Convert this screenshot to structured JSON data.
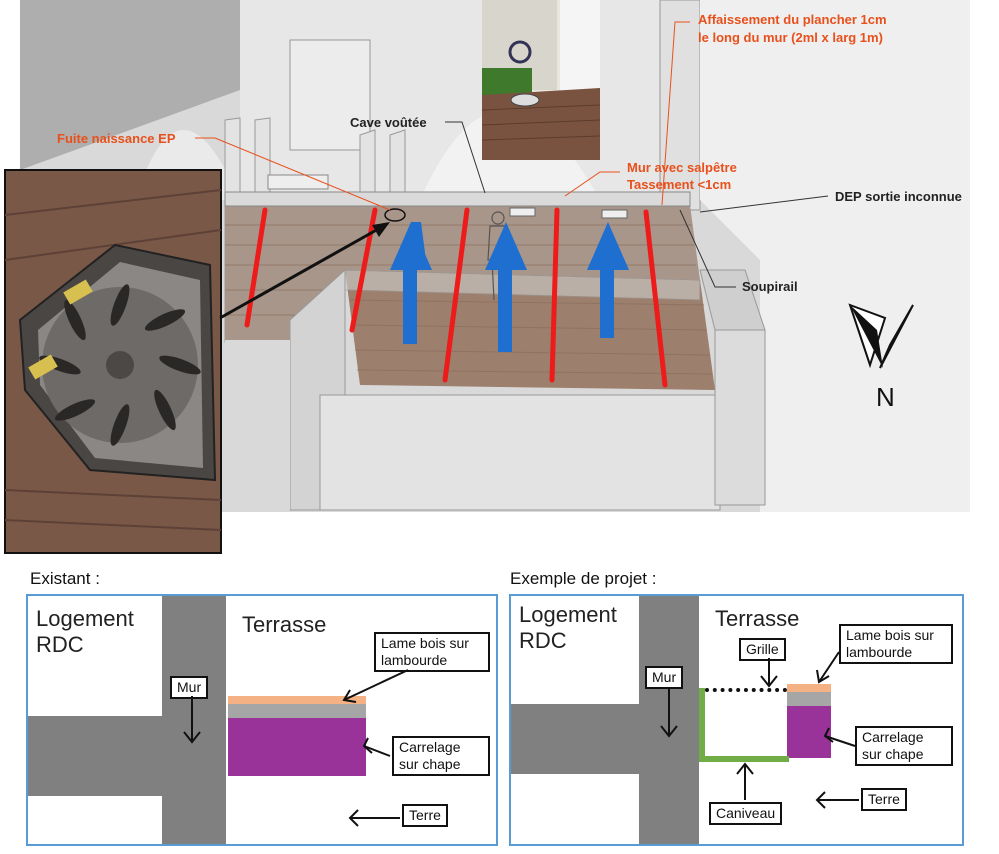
{
  "scene": {
    "labels": {
      "fuite": "Fuite naissance EP",
      "cave": "Cave voûtée",
      "affaissement_line1": "Affaissement du plancher 1cm",
      "affaissement_line2": "le long du mur (2ml x larg 1m)",
      "mur_line1": "Mur avec salpêtre",
      "mur_line2": "Tassement <1cm",
      "dep": "DEP sortie inconnue",
      "soupirail": "Soupirail",
      "north": "N"
    },
    "colors": {
      "annotation": "#e8501c",
      "red_line": "#ee1b1b",
      "blue_arrow": "#1f6fd1",
      "deck": "#9c7f6c"
    }
  },
  "panels": {
    "existing": {
      "title": "Existant :",
      "logement": "Logement RDC",
      "terrasse": "Terrasse",
      "mur": "Mur",
      "lame": "Lame bois sur lambourde",
      "carrelage": "Carrelage sur chape",
      "terre": "Terre"
    },
    "project": {
      "title": "Exemple de projet :",
      "logement": "Logement RDC",
      "terrasse": "Terrasse",
      "mur": "Mur",
      "grille": "Grille",
      "lame": "Lame bois sur lambourde",
      "carrelage": "Carrelage sur chape",
      "caniveau": "Caniveau",
      "terre": "Terre"
    },
    "colors": {
      "wall": "#808080",
      "lame": "#f4b183",
      "sep": "#a6a6a6",
      "carrelage": "#993399",
      "caniveau": "#70ad47",
      "border": "#5b9bd5"
    }
  }
}
